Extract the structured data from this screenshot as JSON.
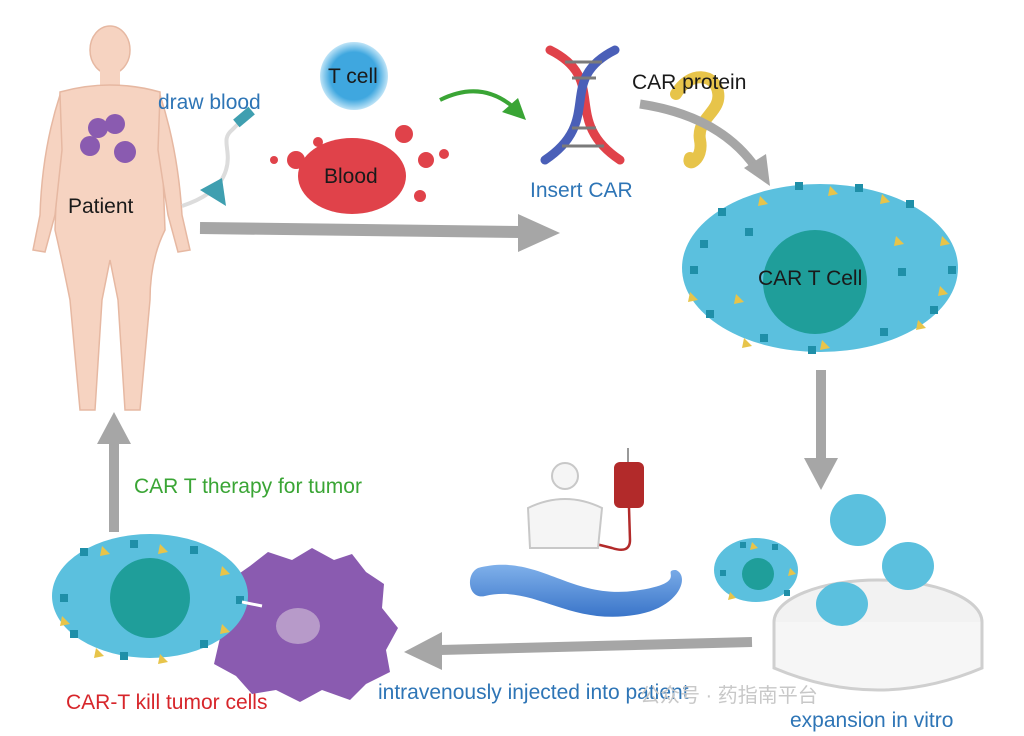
{
  "labels": {
    "draw_blood": "draw blood",
    "t_cell": "T cell",
    "blood": "Blood",
    "patient": "Patient",
    "car_protein": "CAR protein",
    "insert_car": "Insert CAR",
    "car_t_cell": "CAR T Cell",
    "therapy": "CAR T therapy for tumor",
    "kill": "CAR-T kill tumor cells",
    "injected": "intravenously injected into patient",
    "expansion": "expansion in vitro",
    "watermark": "公众号 · 药指南平台"
  },
  "colors": {
    "blue_label": "#2e75b6",
    "green_label": "#3aa535",
    "red_label": "#d7262b",
    "black_label": "#1a1a1a",
    "cell_fill": "#5bc0de",
    "nucleus": "#1f9e9a",
    "tumor": "#8a5bb0",
    "blood": "#e0424a",
    "arrow_gray": "#a6a6a6",
    "arrow_green": "#3aa535",
    "receptor_teal": "#1f8fa8",
    "receptor_yellow": "#e7c44a"
  },
  "icons": {
    "patient": "human-body-icon",
    "syringe": "blood-draw-needle-icon",
    "dna": "dna-helix-icon",
    "iv_bag": "iv-bag-icon",
    "petri": "petri-dish-icon"
  }
}
